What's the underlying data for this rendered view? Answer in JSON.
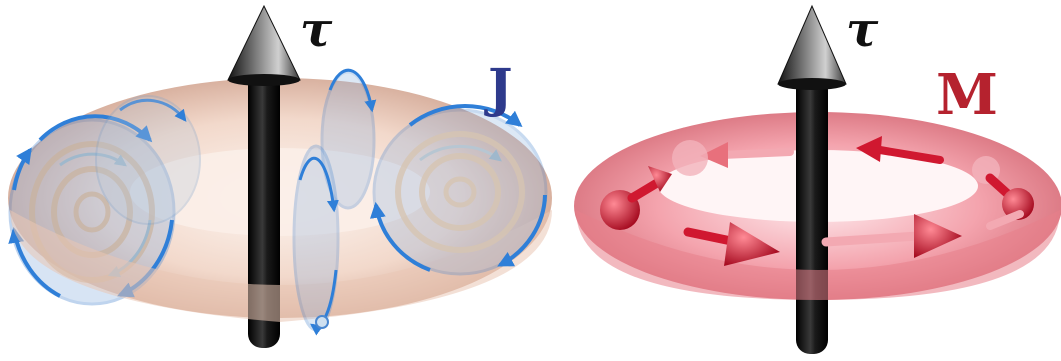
{
  "left_panel": {
    "axis_label": "τ",
    "field_label": "J",
    "field_color": "#2e3a8c",
    "torus_color": "#e3b8a6",
    "loop_color": "#3b82d6",
    "axis_color": "#111111"
  },
  "right_panel": {
    "axis_label": "τ",
    "field_label": "M",
    "field_color": "#b5222e",
    "torus_color": "#e8707c",
    "arrow_color": "#d01830",
    "axis_color": "#111111"
  }
}
